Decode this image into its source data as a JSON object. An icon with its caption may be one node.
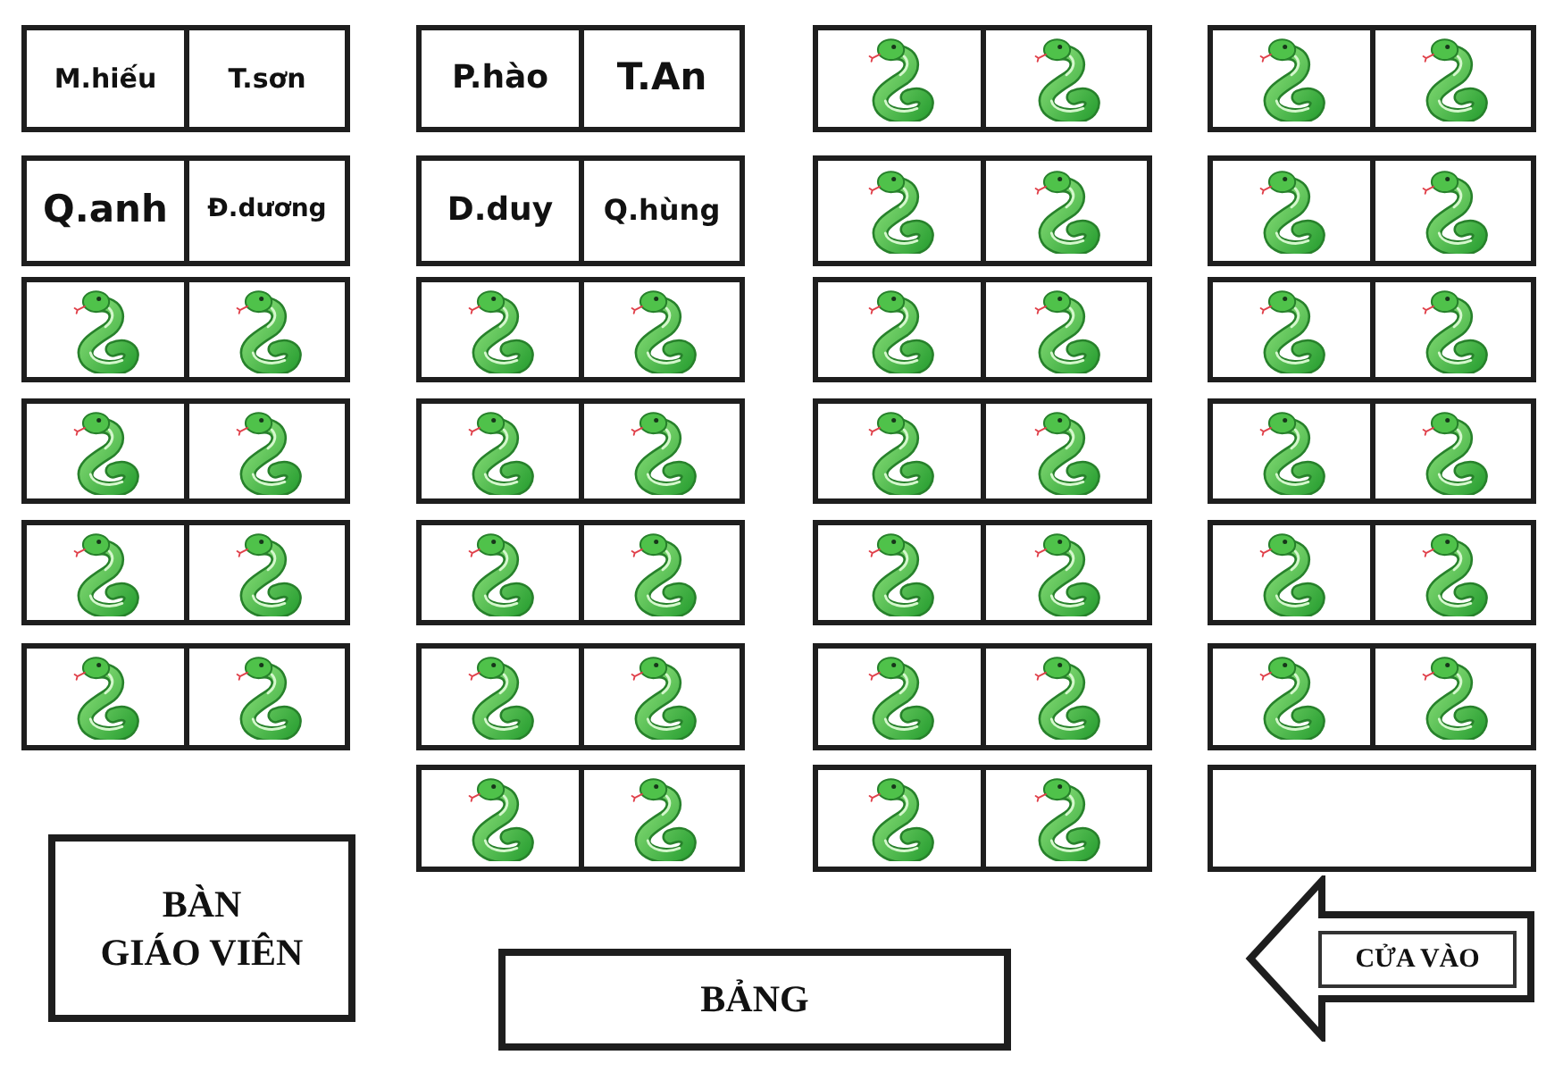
{
  "diagram": {
    "nodes": [
      {
        "text": [
          "M.hiếu"
        ]
      },
      {
        "text": [
          "T.sơn"
        ]
      },
      {
        "text": [
          "P.hào"
        ]
      },
      {
        "text": [
          "T.An"
        ]
      },
      {
        "text": [],
        "shape": "picture"
      },
      {
        "text": [],
        "shape": "picture"
      },
      {
        "text": [],
        "shape": "picture"
      },
      {
        "text": [],
        "shape": "picture"
      },
      {
        "text": [
          "Q.anh"
        ]
      },
      {
        "text": [
          "Đ.dương"
        ]
      },
      {
        "text": [
          "D.duy"
        ]
      },
      {
        "text": [
          "Q.hùng"
        ]
      },
      {
        "text": [],
        "shape": "picture"
      },
      {
        "text": [],
        "shape": "picture"
      },
      {
        "text": [],
        "shape": "picture"
      },
      {
        "text": [],
        "shape": "picture"
      },
      {
        "text": [],
        "shape": "picture"
      },
      {
        "text": [],
        "shape": "picture"
      },
      {
        "text": [],
        "shape": "picture"
      },
      {
        "text": [],
        "shape": "picture"
      },
      {
        "text": [],
        "shape": "picture"
      },
      {
        "text": [],
        "shape": "picture"
      },
      {
        "text": [],
        "shape": "picture"
      },
      {
        "text": [],
        "shape": "picture"
      },
      {
        "text": [],
        "shape": "picture"
      },
      {
        "text": [],
        "shape": "picture"
      },
      {
        "text": [],
        "shape": "picture"
      },
      {
        "text": [],
        "shape": "picture"
      },
      {
        "text": [],
        "shape": "picture"
      },
      {
        "text": [],
        "shape": "picture"
      },
      {
        "text": [],
        "shape": "picture"
      },
      {
        "text": [],
        "shape": "picture"
      },
      {
        "text": [],
        "shape": "picture"
      },
      {
        "text": [],
        "shape": "picture"
      },
      {
        "text": [],
        "shape": "picture"
      },
      {
        "text": [],
        "shape": "picture"
      },
      {
        "text": [],
        "shape": "picture"
      },
      {
        "text": [],
        "shape": "picture"
      },
      {
        "text": [],
        "shape": "picture"
      },
      {
        "text": [],
        "shape": "picture"
      },
      {
        "text": [],
        "shape": "picture"
      },
      {
        "text": [],
        "shape": "picture"
      },
      {
        "text": [],
        "shape": "picture"
      },
      {
        "text": [],
        "shape": "picture"
      },
      {
        "text": [],
        "shape": "picture"
      },
      {
        "text": [],
        "shape": "picture"
      },
      {
        "text": [],
        "shape": "picture"
      },
      {
        "text": [],
        "shape": "picture"
      },
      {
        "text": [],
        "shape": "picture"
      },
      {
        "text": [],
        "shape": "picture"
      },
      {
        "text": [],
        "shape": "picture"
      },
      {
        "text": [],
        "shape": "picture"
      },
      {
        "text": [],
        "shape": "box"
      },
      {
        "text": [
          "BÀN GIÁO VIÊN"
        ]
      },
      {
        "text": [
          "BẢNG"
        ]
      },
      {
        "text": [
          "CỬA VÀO"
        ]
      }
    ]
  }
}
